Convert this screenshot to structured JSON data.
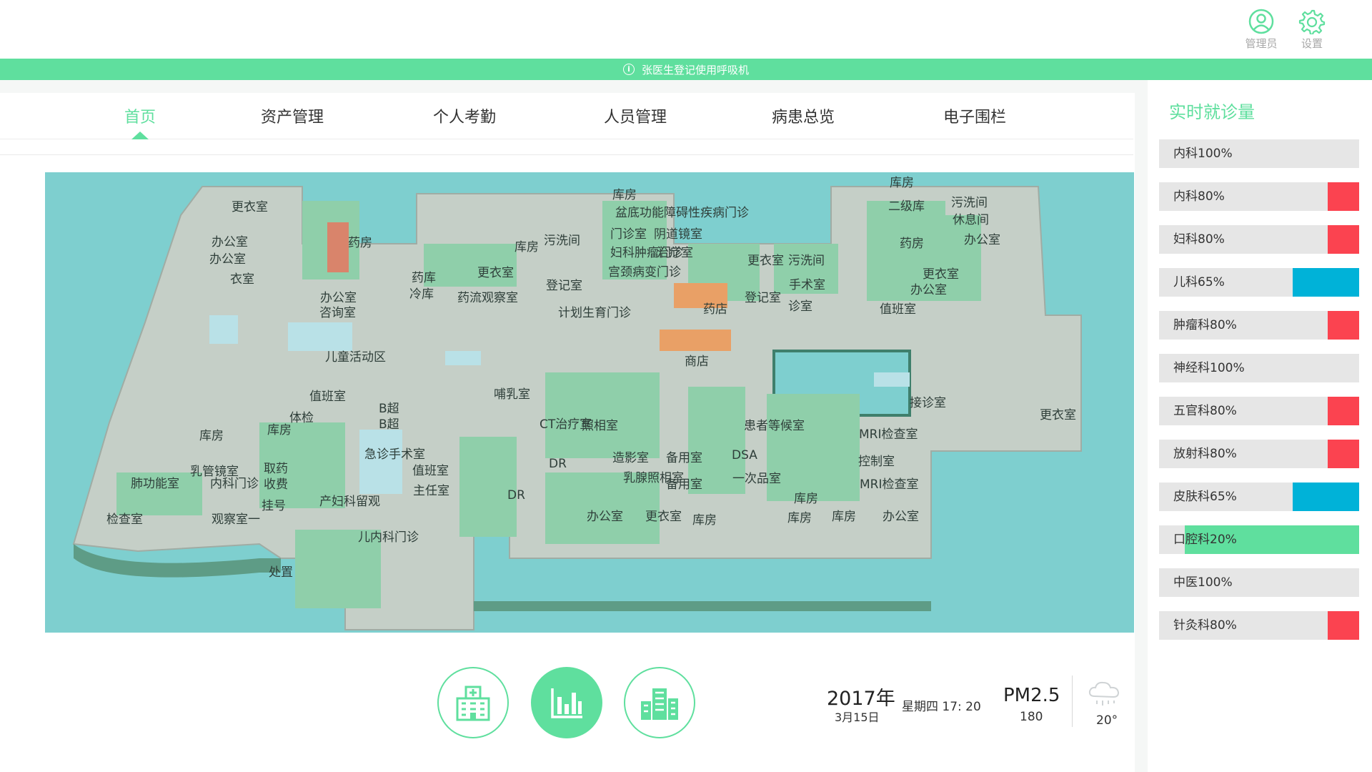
{
  "header": {
    "admin_label": "管理员",
    "settings_label": "设置",
    "admin_icon": "user-circle-icon",
    "settings_icon": "gear-icon"
  },
  "notice": {
    "icon": "info-icon",
    "text": "张医生登记使用呼吸机"
  },
  "tabs": [
    {
      "label": "首页",
      "active": true
    },
    {
      "label": "资产管理",
      "active": false
    },
    {
      "label": "个人考勤",
      "active": false
    },
    {
      "label": "人员管理",
      "active": false
    },
    {
      "label": "病患总览",
      "active": false
    },
    {
      "label": "电子围栏",
      "active": false
    }
  ],
  "map": {
    "labels": [
      "更衣室",
      "办公室",
      "办公室",
      "衣室",
      "药房",
      "办公室",
      "咨询室",
      "药库",
      "冷库",
      "更衣室",
      "药流观察室",
      "库房",
      "污洗间",
      "登记室",
      "计划生育门诊",
      "库房",
      "盆底功能障碍性疾病门诊",
      "门诊室",
      "阴道镜室",
      "妇科肿瘤门诊",
      "治疗室",
      "宫颈病变门诊",
      "药店",
      "更衣室",
      "污洗间",
      "手术室",
      "登记室",
      "诊室",
      "库房",
      "二级库",
      "污洗间",
      "休息间",
      "办公室",
      "药房",
      "更衣室",
      "办公室",
      "值班室",
      "儿童活动区",
      "商店",
      "值班室",
      "体检",
      "B超",
      "B超",
      "哺乳室",
      "CT治疗室",
      "照相室",
      "患者等候室",
      "接诊室",
      "更衣室",
      "库房",
      "库房",
      "急诊手术室",
      "值班室",
      "MRI检查室",
      "乳管镜室",
      "取药",
      "肺功能室",
      "内科门诊",
      "收费",
      "主任室",
      "DR",
      "造影室",
      "备用室",
      "DSA",
      "控制室",
      "挂号",
      "产妇科留观",
      "乳腺照相室",
      "备用室",
      "一次品室",
      "MRI检查室",
      "DR",
      "库房",
      "检查室",
      "观察室一",
      "儿内科门诊",
      "办公室",
      "更衣室",
      "库房",
      "库房",
      "库房",
      "办公室",
      "处置"
    ]
  },
  "bottom": {
    "buttons": [
      {
        "icon": "hospital-icon",
        "active": false
      },
      {
        "icon": "bar-chart-icon",
        "active": true
      },
      {
        "icon": "buildings-icon",
        "active": false
      }
    ],
    "year": "2017年",
    "date": "3月15日",
    "weekday_time": "星期四  17: 20",
    "pm_label": "PM2.5",
    "pm_value": "180",
    "weather_icon": "rain-cloud-icon",
    "temperature": "20°"
  },
  "sidebar": {
    "title": "实时就诊量",
    "departments": [
      {
        "name": "内科100%",
        "percent": 100,
        "status_color": "#e6e6e6"
      },
      {
        "name": "内科80%",
        "percent": 80,
        "status_color": "#fb4350"
      },
      {
        "name": "妇科80%",
        "percent": 80,
        "status_color": "#fb4350"
      },
      {
        "name": "儿科65%",
        "percent": 65,
        "status_color": "#00b2d8"
      },
      {
        "name": "肿瘤科80%",
        "percent": 80,
        "status_color": "#fb4350"
      },
      {
        "name": "神经科100%",
        "percent": 100,
        "status_color": "#e6e6e6"
      },
      {
        "name": "五官科80%",
        "percent": 80,
        "status_color": "#fb4350"
      },
      {
        "name": "放射科80%",
        "percent": 80,
        "status_color": "#fb4350"
      },
      {
        "name": "皮肤科65%",
        "percent": 65,
        "status_color": "#00b2d8"
      },
      {
        "name": "口腔科20%",
        "percent": 20,
        "status_color": "#5fdf9e"
      },
      {
        "name": "中医100%",
        "percent": 100,
        "status_color": "#e6e6e6"
      },
      {
        "name": "针灸科80%",
        "percent": 80,
        "status_color": "#fb4350"
      }
    ]
  },
  "colors": {
    "accent": "#5fdf9e",
    "alert": "#fb4350",
    "info": "#00b2d8",
    "map_water": "#7ecfcf"
  }
}
